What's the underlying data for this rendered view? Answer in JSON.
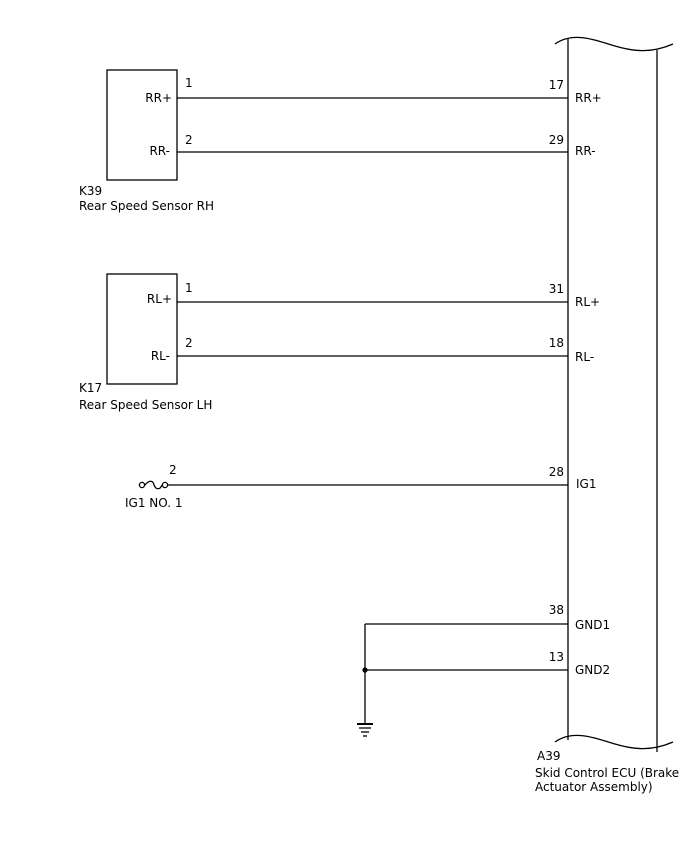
{
  "sensor_rh": {
    "code": "K39",
    "name": "Rear Speed Sensor RH",
    "pins": [
      {
        "pin": "1",
        "signal": "RR+",
        "ecu_pin": "17",
        "ecu_signal": "RR+"
      },
      {
        "pin": "2",
        "signal": "RR-",
        "ecu_pin": "29",
        "ecu_signal": "RR-"
      }
    ]
  },
  "sensor_lh": {
    "code": "K17",
    "name": "Rear Speed Sensor LH",
    "pins": [
      {
        "pin": "1",
        "signal": "RL+",
        "ecu_pin": "31",
        "ecu_signal": "RL+"
      },
      {
        "pin": "2",
        "signal": "RL-",
        "ecu_pin": "18",
        "ecu_signal": "RL-"
      }
    ]
  },
  "fuse": {
    "name": "IG1 NO. 1",
    "pin": "2",
    "ecu_pin": "28",
    "ecu_signal": "IG1"
  },
  "ground": [
    {
      "ecu_pin": "38",
      "ecu_signal": "GND1"
    },
    {
      "ecu_pin": "13",
      "ecu_signal": "GND2"
    }
  ],
  "ecu": {
    "code": "A39",
    "name_line1": "Skid Control ECU (Brake",
    "name_line2": "Actuator Assembly)"
  }
}
